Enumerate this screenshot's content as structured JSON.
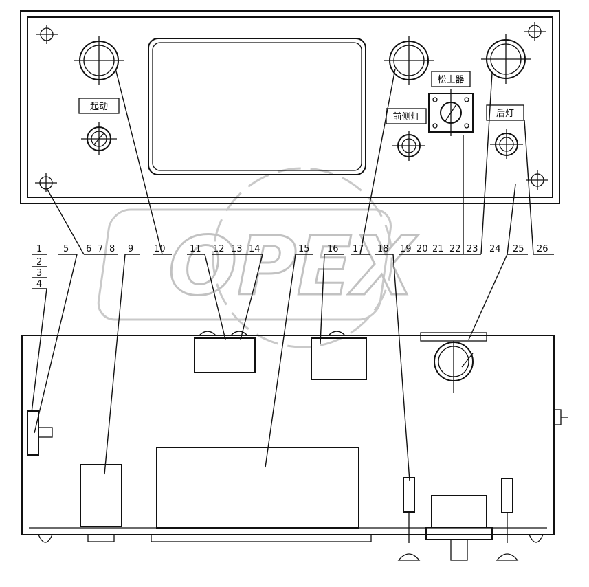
{
  "labels": {
    "start": "起动",
    "ripper": "松土器",
    "front_side_lamp": "前侧灯",
    "rear_lamp": "后灯"
  },
  "numbers": {
    "n1": "1",
    "n2": "2",
    "n3": "3",
    "n4": "4",
    "n5": "5",
    "n6": "6",
    "n7": "7",
    "n8": "8",
    "n9": "9",
    "n10": "10",
    "n11": "11",
    "n12": "12",
    "n13": "13",
    "n14": "14",
    "n15": "15",
    "n16": "16",
    "n17": "17",
    "n18": "18",
    "n19": "19",
    "n20": "20",
    "n21": "21",
    "n22": "22",
    "n23": "23",
    "n24": "24",
    "n25": "25",
    "n26": "26"
  },
  "watermark": "OPEX"
}
